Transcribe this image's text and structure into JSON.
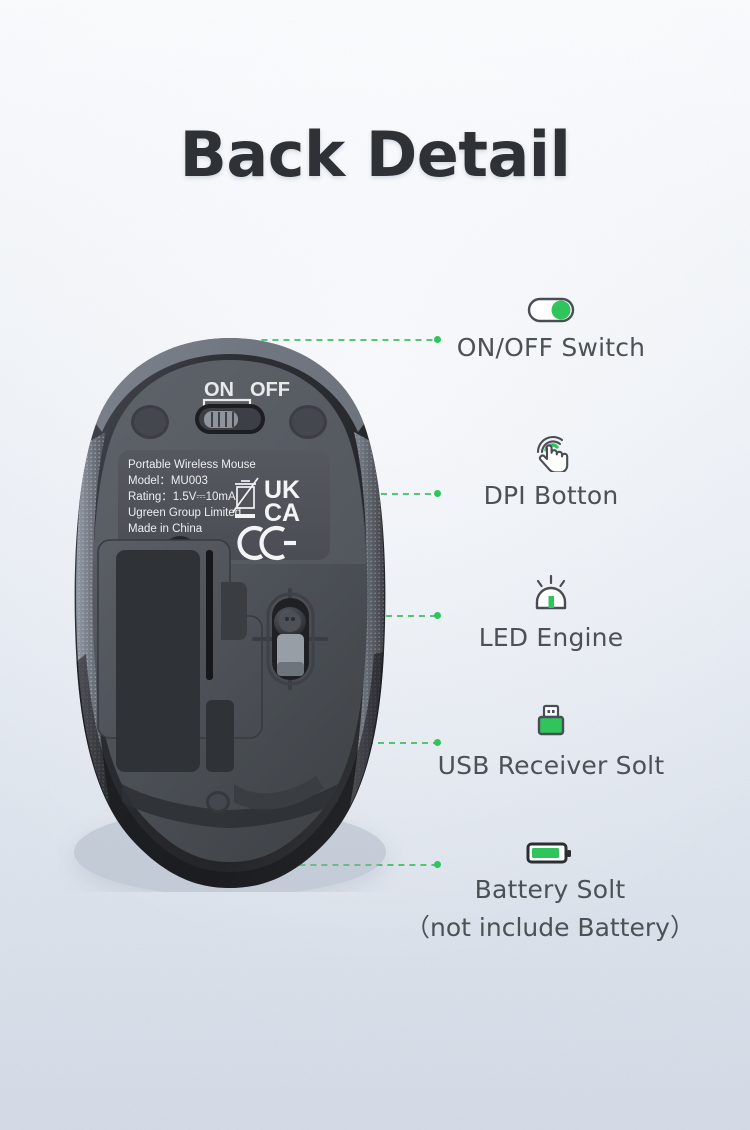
{
  "page": {
    "title": "Back Detail",
    "background_top": "#fbfcfe",
    "background_bottom": "#d6dce7",
    "accent_green": "#2fc45c",
    "label_color": "#4c5156",
    "title_color": "#2e3236"
  },
  "callouts": [
    {
      "id": "on-off-switch",
      "icon": "toggle-switch-on-icon",
      "label": "ON/OFF Switch",
      "sub_label": ""
    },
    {
      "id": "dpi-button",
      "icon": "tap-finger-icon",
      "label": "DPI Botton",
      "sub_label": ""
    },
    {
      "id": "led-engine",
      "icon": "led-beacon-icon",
      "label": "LED Engine",
      "sub_label": ""
    },
    {
      "id": "usb-receiver-slot",
      "icon": "usb-connector-icon",
      "label": "USB Receiver Solt",
      "sub_label": ""
    },
    {
      "id": "battery-slot",
      "icon": "battery-full-icon",
      "label": "Battery Solt",
      "sub_label": "（not include Battery）"
    }
  ],
  "mouse": {
    "switch_on_text": "ON",
    "switch_off_text": "OFF",
    "spec_label": {
      "line1": "Portable Wireless Mouse",
      "line2": "Model：MU003",
      "line3": "Rating：1.5V⎓10mA",
      "line4": "Ugreen Group Limited",
      "line5": "Made in China"
    },
    "marks": {
      "ukca": "UK\nCA",
      "ukca_line1": "UK",
      "ukca_line2": "CA",
      "ce": "CE",
      "weee": "crossed-out-wheelie-bin-icon"
    },
    "shell_color": "#2c2f33",
    "plate_color": "#55585c",
    "grip_color": "#7c828c"
  }
}
